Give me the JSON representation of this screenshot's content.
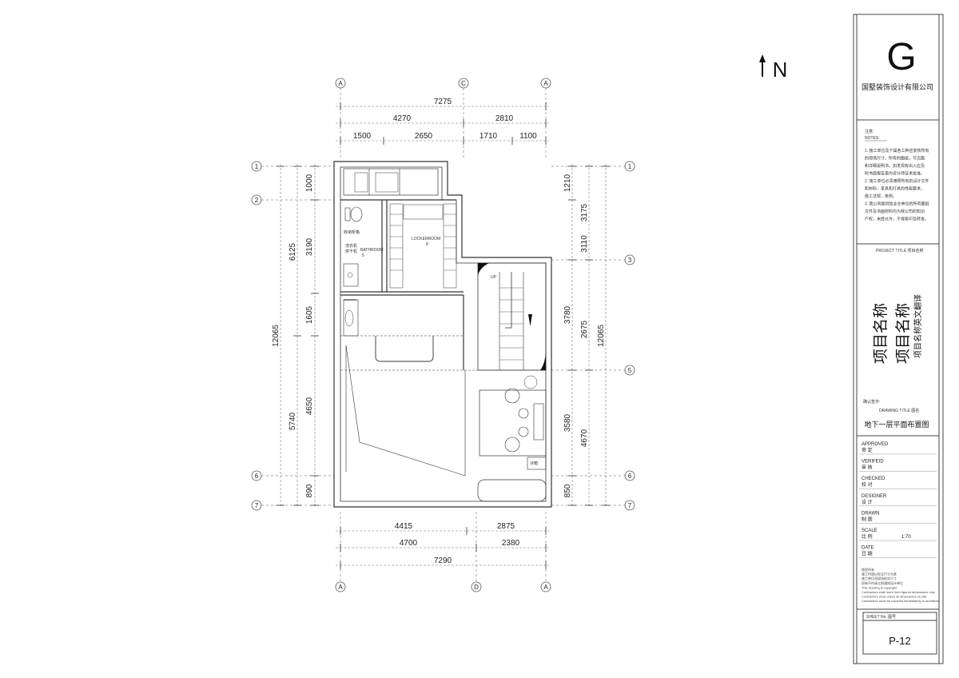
{
  "company": {
    "name": "国墅装饰设计有限公司",
    "logo_letter": "G"
  },
  "north": {
    "label": "N"
  },
  "notes": {
    "title_cn": "注意:",
    "title_en": "NOTES:",
    "lines": [
      "1.  施工单位及下属各工种应复核所有",
      "的现场尺寸，所有的图纸，节点图",
      "和详细说明书。如发现有出入应及",
      "时书面报告室内设计师征求批准。",
      "2.  施工单位必须遵照所有的设计文件",
      "和材料，家具和灯具的性能要求，",
      "施工法规，条例。",
      "3.  我公司提供给业主单位的所有图纸",
      "文件及书面材料均为我公司的知识",
      "产权，未经允许，不得复印及转发。"
    ]
  },
  "project": {
    "label": "PROJECT TITLE  项目名称",
    "name_1": "项目名称",
    "name_2": "项目名称",
    "name_en": "项目名称英文翻译"
  },
  "confirm_label": "确认签字:",
  "drawing": {
    "label": "DRAWING TITLE  图名",
    "title": "地下一层平面布置图"
  },
  "approval": [
    {
      "en": "APPROVED",
      "cn": "审  定",
      "value": ""
    },
    {
      "en": "VERIFEID",
      "cn": "审  核",
      "value": ""
    },
    {
      "en": "CHECKED",
      "cn": "校  对",
      "value": ""
    },
    {
      "en": "DESIGNER",
      "cn": "设  计",
      "value": ""
    },
    {
      "en": "DRAWN",
      "cn": "制  图",
      "value": ""
    },
    {
      "en": "SCALE",
      "cn": "比  例",
      "value": "1:70"
    },
    {
      "en": "DATE",
      "cn": "日  期",
      "value": ""
    }
  ],
  "copyright": [
    "版权所有",
    "施工时请以标注尺寸为准",
    "施工单位须现场核实尺寸",
    "如有不符请立即通知设计单位",
    "This drawing is copyright",
    "Contractors shall work from figured dimensions only",
    "Contractors must check all dimensions on site",
    "Contractors must be reported immediately to architects"
  ],
  "sheet": {
    "label": "SHEET No.  图号",
    "number": "P-12"
  },
  "axes": {
    "top": [
      "A",
      "C",
      "A"
    ],
    "bottom": [
      "A",
      "D",
      "A"
    ],
    "left": [
      "1",
      "2",
      "6",
      "7"
    ],
    "right": [
      "1",
      "3",
      "5",
      "6",
      "7"
    ]
  },
  "dims": {
    "top_total": "7275",
    "top_mid": [
      "4270",
      "2810"
    ],
    "top_detail": [
      "1500",
      "2650",
      "1710",
      "1100"
    ],
    "bottom_row1": [
      "4415",
      "2875"
    ],
    "bottom_row2": [
      "4700",
      "2380"
    ],
    "bottom_total": "7290",
    "left_total": "12065",
    "left_mid": [
      "6125",
      "5740"
    ],
    "left_detail": [
      "1000",
      "3190",
      "1605",
      "4650",
      "890"
    ],
    "right_total": "12065",
    "right_mid": [
      "3175",
      "3110",
      "2675",
      "4670"
    ],
    "right_detail": [
      "1210",
      "3780",
      "3580",
      "850"
    ]
  },
  "rooms": {
    "storage": "收纳柜格",
    "sink": "洗衣机",
    "dryer": "烘干机",
    "bathroom": "BATHROOM",
    "bathroom_no": "5",
    "locker": "LOCKERROOM",
    "locker_no": "8",
    "stair": "UP",
    "fridge": "冰箱"
  }
}
